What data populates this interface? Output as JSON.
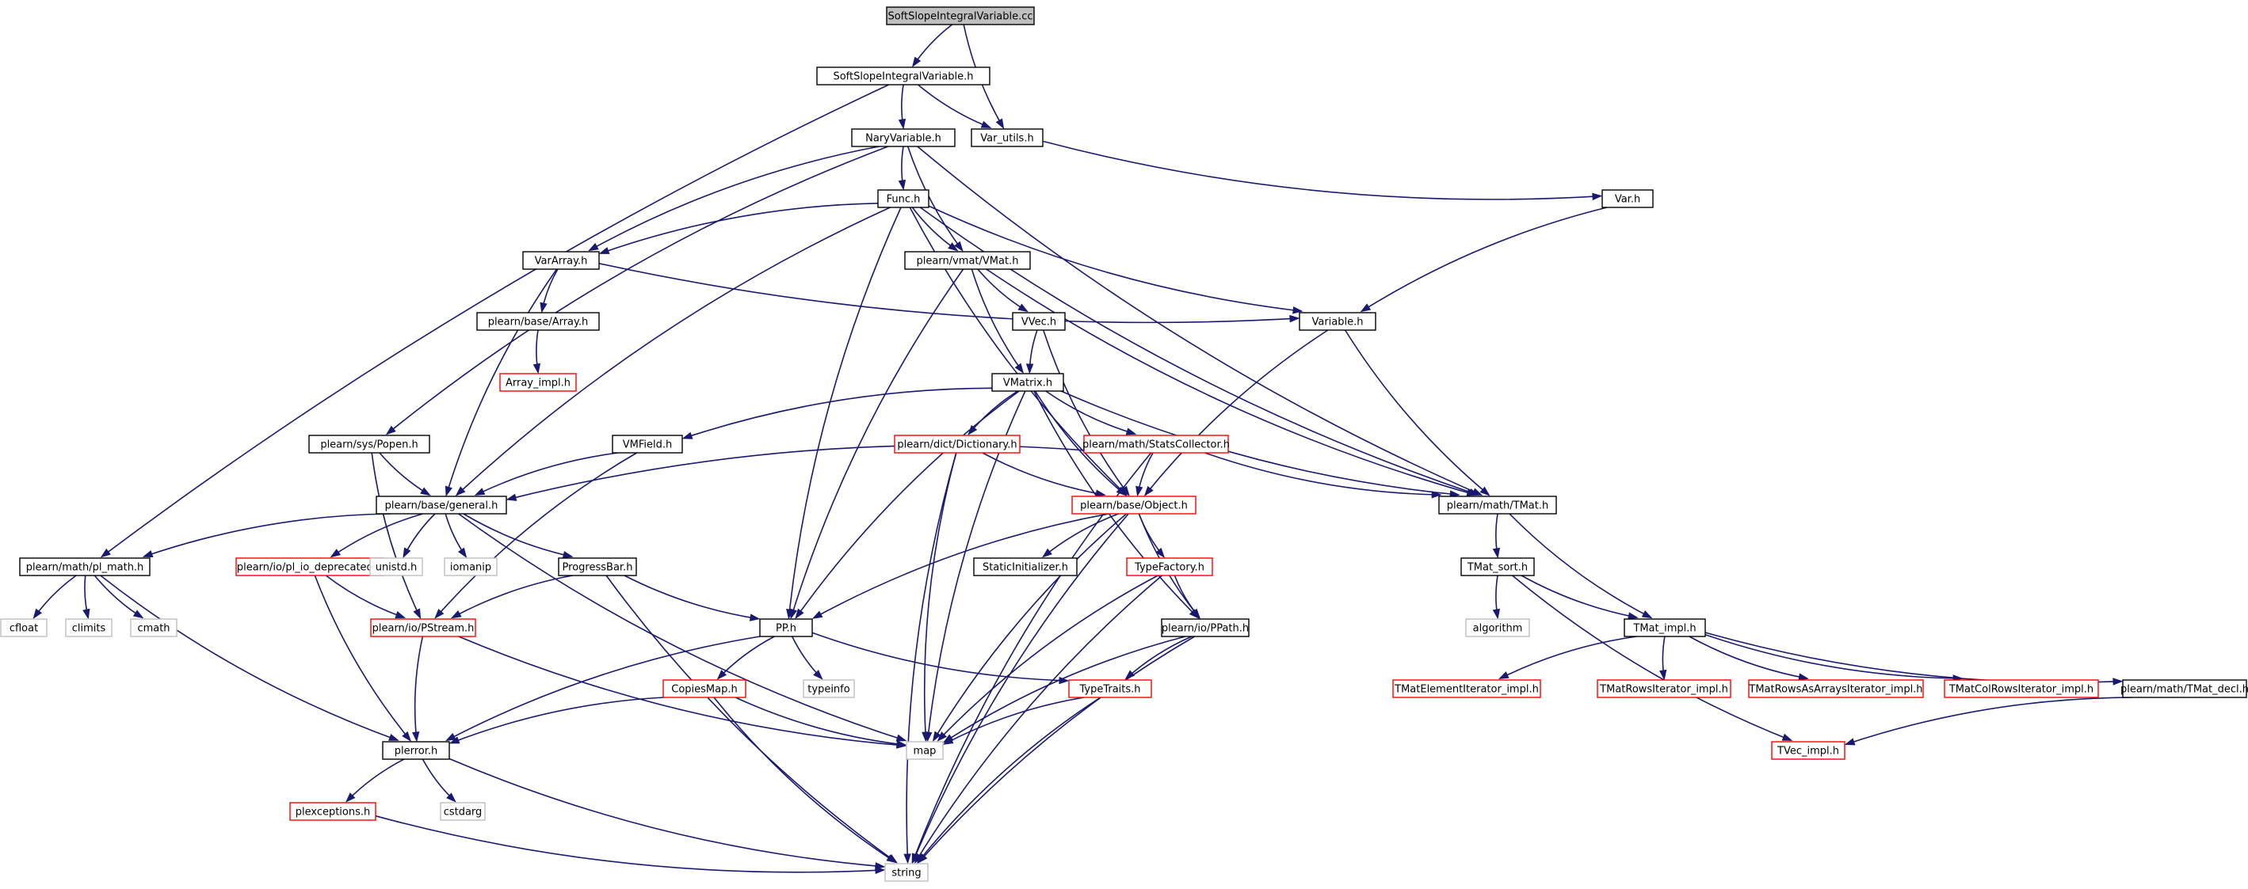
{
  "graph": {
    "nodes": [
      {
        "id": "root",
        "label": "SoftSlopeIntegralVariable.cc",
        "style": "root"
      },
      {
        "id": "ssivh",
        "label": "SoftSlopeIntegralVariable.h",
        "style": "black"
      },
      {
        "id": "naryvar",
        "label": "NaryVariable.h",
        "style": "black"
      },
      {
        "id": "varutils",
        "label": "Var_utils.h",
        "style": "black"
      },
      {
        "id": "varh",
        "label": "Var.h",
        "style": "black"
      },
      {
        "id": "func",
        "label": "Func.h",
        "style": "black"
      },
      {
        "id": "vararray",
        "label": "VarArray.h",
        "style": "black"
      },
      {
        "id": "vmat",
        "label": "plearn/vmat/VMat.h",
        "style": "black"
      },
      {
        "id": "variable",
        "label": "Variable.h",
        "style": "black"
      },
      {
        "id": "basearray",
        "label": "plearn/base/Array.h",
        "style": "black"
      },
      {
        "id": "vvec",
        "label": "VVec.h",
        "style": "black"
      },
      {
        "id": "arrayimpl",
        "label": "Array_impl.h",
        "style": "red"
      },
      {
        "id": "vmatrix",
        "label": "VMatrix.h",
        "style": "black"
      },
      {
        "id": "popen",
        "label": "plearn/sys/Popen.h",
        "style": "black"
      },
      {
        "id": "vmfield",
        "label": "VMField.h",
        "style": "black"
      },
      {
        "id": "dictionary",
        "label": "plearn/dict/Dictionary.h",
        "style": "red"
      },
      {
        "id": "statscollector",
        "label": "plearn/math/StatsCollector.h",
        "style": "red"
      },
      {
        "id": "general",
        "label": "plearn/base/general.h",
        "style": "black"
      },
      {
        "id": "object",
        "label": "plearn/base/Object.h",
        "style": "red"
      },
      {
        "id": "tmath",
        "label": "plearn/math/TMat.h",
        "style": "black"
      },
      {
        "id": "plmath",
        "label": "plearn/math/pl_math.h",
        "style": "black"
      },
      {
        "id": "plio",
        "label": "plearn/io/pl_io_deprecated.h",
        "style": "red"
      },
      {
        "id": "unistd",
        "label": "unistd.h",
        "style": "grey"
      },
      {
        "id": "iomanip",
        "label": "iomanip",
        "style": "grey"
      },
      {
        "id": "progressbar",
        "label": "ProgressBar.h",
        "style": "black"
      },
      {
        "id": "staticinit",
        "label": "StaticInitializer.h",
        "style": "black"
      },
      {
        "id": "typefactory",
        "label": "TypeFactory.h",
        "style": "red"
      },
      {
        "id": "tmatsort",
        "label": "TMat_sort.h",
        "style": "black"
      },
      {
        "id": "cfloat",
        "label": "cfloat",
        "style": "grey"
      },
      {
        "id": "climits",
        "label": "climits",
        "style": "grey"
      },
      {
        "id": "cmath",
        "label": "cmath",
        "style": "grey"
      },
      {
        "id": "pstream",
        "label": "plearn/io/PStream.h",
        "style": "red"
      },
      {
        "id": "pph",
        "label": "PP.h",
        "style": "black"
      },
      {
        "id": "ppath",
        "label": "plearn/io/PPath.h",
        "style": "black"
      },
      {
        "id": "algorithm",
        "label": "algorithm",
        "style": "grey"
      },
      {
        "id": "tmatimpl",
        "label": "TMat_impl.h",
        "style": "black"
      },
      {
        "id": "typeinfo",
        "label": "typeinfo",
        "style": "grey"
      },
      {
        "id": "copiesmap",
        "label": "CopiesMap.h",
        "style": "red"
      },
      {
        "id": "typetraits",
        "label": "TypeTraits.h",
        "style": "red"
      },
      {
        "id": "elemiter",
        "label": "TMatElementIterator_impl.h",
        "style": "red"
      },
      {
        "id": "rowsiter",
        "label": "TMatRowsIterator_impl.h",
        "style": "red"
      },
      {
        "id": "rowsasarr",
        "label": "TMatRowsAsArraysIterator_impl.h",
        "style": "red"
      },
      {
        "id": "coliter",
        "label": "TMatColRowsIterator_impl.h",
        "style": "red"
      },
      {
        "id": "tmatdecl",
        "label": "plearn/math/TMat_decl.h",
        "style": "black"
      },
      {
        "id": "plerror",
        "label": "plerror.h",
        "style": "black"
      },
      {
        "id": "map",
        "label": "map",
        "style": "grey"
      },
      {
        "id": "tvecimpl",
        "label": "TVec_impl.h",
        "style": "red"
      },
      {
        "id": "cstdarg",
        "label": "cstdarg",
        "style": "grey"
      },
      {
        "id": "plexceptions",
        "label": "plexceptions.h",
        "style": "red"
      },
      {
        "id": "string",
        "label": "string",
        "style": "grey"
      }
    ],
    "edges": [
      [
        "root",
        "ssivh"
      ],
      [
        "root",
        "varutils"
      ],
      [
        "ssivh",
        "naryvar"
      ],
      [
        "ssivh",
        "varutils"
      ],
      [
        "ssivh",
        "plmath"
      ],
      [
        "naryvar",
        "func"
      ],
      [
        "naryvar",
        "vararray"
      ],
      [
        "naryvar",
        "vmat"
      ],
      [
        "naryvar",
        "popen"
      ],
      [
        "naryvar",
        "tmath"
      ],
      [
        "varutils",
        "varh"
      ],
      [
        "varh",
        "variable"
      ],
      [
        "func",
        "vararray"
      ],
      [
        "func",
        "vmat"
      ],
      [
        "func",
        "variable"
      ],
      [
        "func",
        "general"
      ],
      [
        "func",
        "object"
      ],
      [
        "func",
        "pph"
      ],
      [
        "func",
        "tmath"
      ],
      [
        "vararray",
        "basearray"
      ],
      [
        "vararray",
        "variable"
      ],
      [
        "vararray",
        "general"
      ],
      [
        "basearray",
        "arrayimpl"
      ],
      [
        "vmat",
        "vvec"
      ],
      [
        "vmat",
        "vmatrix"
      ],
      [
        "vmat",
        "pph"
      ],
      [
        "vmat",
        "tmath"
      ],
      [
        "vvec",
        "vmatrix"
      ],
      [
        "vvec",
        "object"
      ],
      [
        "variable",
        "object"
      ],
      [
        "variable",
        "tmath"
      ],
      [
        "vmatrix",
        "vmfield"
      ],
      [
        "vmatrix",
        "dictionary"
      ],
      [
        "vmatrix",
        "statscollector"
      ],
      [
        "vmatrix",
        "object"
      ],
      [
        "vmatrix",
        "tmath"
      ],
      [
        "vmatrix",
        "pph"
      ],
      [
        "vmatrix",
        "map"
      ],
      [
        "vmatrix",
        "ppath"
      ],
      [
        "popen",
        "general"
      ],
      [
        "popen",
        "pstream"
      ],
      [
        "vmfield",
        "general"
      ],
      [
        "vmfield",
        "pstream"
      ],
      [
        "dictionary",
        "object"
      ],
      [
        "dictionary",
        "map"
      ],
      [
        "dictionary",
        "string"
      ],
      [
        "statscollector",
        "object"
      ],
      [
        "statscollector",
        "tmath"
      ],
      [
        "statscollector",
        "general"
      ],
      [
        "statscollector",
        "string"
      ],
      [
        "general",
        "plmath"
      ],
      [
        "general",
        "plio"
      ],
      [
        "general",
        "unistd"
      ],
      [
        "general",
        "iomanip"
      ],
      [
        "general",
        "progressbar"
      ],
      [
        "general",
        "map"
      ],
      [
        "object",
        "staticinit"
      ],
      [
        "object",
        "typefactory"
      ],
      [
        "object",
        "ppath"
      ],
      [
        "object",
        "pph"
      ],
      [
        "object",
        "map"
      ],
      [
        "object",
        "string"
      ],
      [
        "tmath",
        "tmatsort"
      ],
      [
        "tmath",
        "tmatimpl"
      ],
      [
        "plmath",
        "cfloat"
      ],
      [
        "plmath",
        "climits"
      ],
      [
        "plmath",
        "cmath"
      ],
      [
        "plmath",
        "plerror"
      ],
      [
        "plio",
        "pstream"
      ],
      [
        "plio",
        "plerror"
      ],
      [
        "progressbar",
        "pstream"
      ],
      [
        "progressbar",
        "pph"
      ],
      [
        "progressbar",
        "string"
      ],
      [
        "typefactory",
        "ppath"
      ],
      [
        "typefactory",
        "map"
      ],
      [
        "typefactory",
        "string"
      ],
      [
        "tmatsort",
        "algorithm"
      ],
      [
        "tmatsort",
        "tmatimpl"
      ],
      [
        "tmatsort",
        "tvecimpl"
      ],
      [
        "pstream",
        "plerror"
      ],
      [
        "pstream",
        "map"
      ],
      [
        "pph",
        "typeinfo"
      ],
      [
        "pph",
        "copiesmap"
      ],
      [
        "pph",
        "typetraits"
      ],
      [
        "pph",
        "plerror"
      ],
      [
        "ppath",
        "typetraits"
      ],
      [
        "ppath",
        "map"
      ],
      [
        "ppath",
        "string"
      ],
      [
        "tmatimpl",
        "elemiter"
      ],
      [
        "tmatimpl",
        "rowsiter"
      ],
      [
        "tmatimpl",
        "rowsasarr"
      ],
      [
        "tmatimpl",
        "coliter"
      ],
      [
        "tmatimpl",
        "tmatdecl"
      ],
      [
        "tmatdecl",
        "tvecimpl"
      ],
      [
        "copiesmap",
        "plerror"
      ],
      [
        "copiesmap",
        "map"
      ],
      [
        "copiesmap",
        "string"
      ],
      [
        "typetraits",
        "map"
      ],
      [
        "typetraits",
        "string"
      ],
      [
        "plerror",
        "cstdarg"
      ],
      [
        "plerror",
        "plexceptions"
      ],
      [
        "plerror",
        "string"
      ],
      [
        "plexceptions",
        "string"
      ]
    ]
  }
}
